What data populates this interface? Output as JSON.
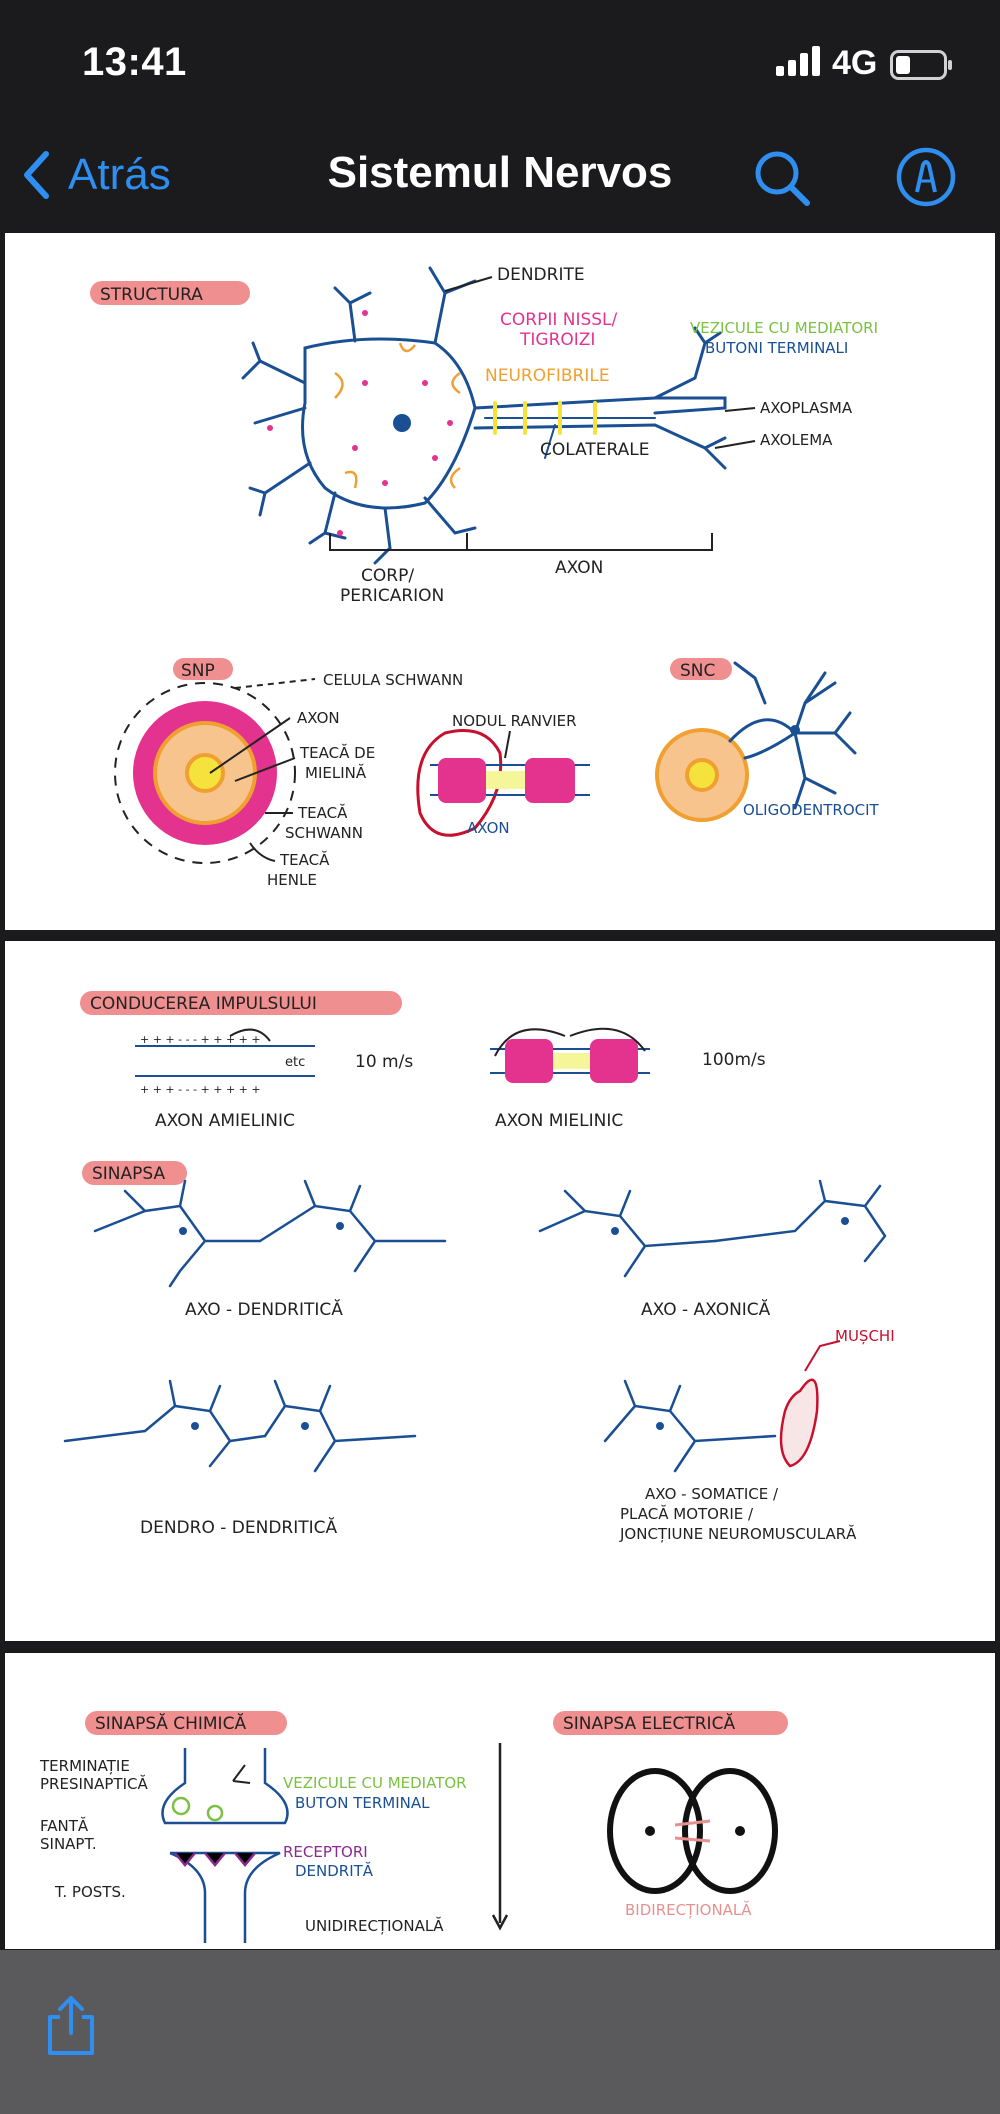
{
  "status_bar": {
    "time": "13:41",
    "network": "4G"
  },
  "nav": {
    "back_label": "Atrás",
    "title": "Sistemul Nervos"
  },
  "page1": {
    "structura": "STRUCTURA",
    "dendrite": "DENDRITE",
    "corpii_nissl": "CORPII NISSL/",
    "tigroizi": "TIGROIZI",
    "neurofibrile": "NEUROFIBRILE",
    "vezicule": "VEZICULE CU MEDIATORI",
    "butoni": "BUTONI TERMINALI",
    "axoplasma": "AXOPLASMA",
    "axolema": "AXOLEMA",
    "colaterale": "COLATERALE",
    "corp": "CORP/",
    "pericarion": "PERICARION",
    "axon": "AXON",
    "snp": "SNP",
    "celula_schwann": "CELULA SCHWANN",
    "snp_axon": "AXON",
    "teaca_mielina_1": "TEACĂ DE",
    "teaca_mielina_2": "MIELINĂ",
    "teaca_schwann_1": "TEACĂ",
    "teaca_schwann_2": "SCHWANN",
    "teaca_henle_1": "TEACĂ",
    "teaca_henle_2": "HENLE",
    "nodul_ranvier": "NODUL RANVIER",
    "ranvier_axon": "AXON",
    "snc": "SNC",
    "oligodendrocit": "OLIGODENTROCIT"
  },
  "page2": {
    "conducerea": "CONDUCEREA IMPULSULUI",
    "etc": "etc",
    "speed_amielinic": "10 m/s",
    "axon_amielinic": "AXON AMIELINIC",
    "speed_mielinic": "100m/s",
    "axon_mielinic": "AXON MIELINIC",
    "sinapsa": "SINAPSA",
    "axo_dendritica": "AXO - DENDRITICĂ",
    "axo_axonica": "AXO - AXONICĂ",
    "dendro_dendritica": "DENDRO - DENDRITICĂ",
    "muschi": "MUȘCHI",
    "axo_somatice_1": "AXO - SOMATICE /",
    "axo_somatice_2": "PLACĂ MOTORIE /",
    "axo_somatice_3": "JONCȚIUNE NEUROMUSCULARĂ"
  },
  "page3": {
    "sinapsa_chimica": "SINAPSĂ CHIMICĂ",
    "terminatie_1": "TERMINAȚIE",
    "terminatie_2": "PRESINAPTICĂ",
    "fanta_1": "FANTĂ",
    "fanta_2": "SINAPT.",
    "t_posts": "T. POSTS.",
    "vezicule_mediator": "VEZICULE CU MEDIATOR",
    "buton_terminal": "BUTON TERMINAL",
    "receptori": "RECEPTORI",
    "dendrita": "DENDRITĂ",
    "unidirectionala": "UNIDIRECȚIONALĂ",
    "sinapsa_electrica": "SINAPSA ELECTRICĂ",
    "bidirectionala": "BIDIRECȚIONALĂ"
  },
  "colors": {
    "accent": "#2e8ff0",
    "highlight": "#f08f8f",
    "neuron_blue": "#1a4f94",
    "magenta": "#e4338f",
    "orange": "#f0a030",
    "green": "#7ac143",
    "red": "#c8102e"
  }
}
